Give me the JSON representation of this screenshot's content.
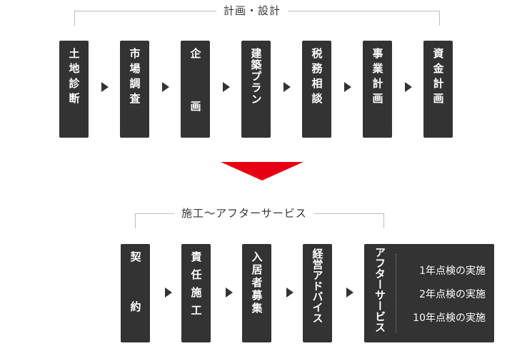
{
  "colors": {
    "box": "#333333",
    "arrow": "#e60012",
    "bracket": "#bdbdbd"
  },
  "top": {
    "title": "計画・設計",
    "steps": [
      {
        "label": "土地診断"
      },
      {
        "label": "市場調査"
      },
      {
        "label": "企　画"
      },
      {
        "label": "建築プラン"
      },
      {
        "label": "税務相談"
      },
      {
        "label": "事業計画"
      },
      {
        "label": "資金計画"
      }
    ]
  },
  "bottom": {
    "title": "施工〜アフターサービス",
    "steps": [
      {
        "label": "契　約"
      },
      {
        "label": "責任施工"
      },
      {
        "label": "入居者募集"
      },
      {
        "label": "経営アドバイス"
      }
    ],
    "service": {
      "label": "アフターサービス",
      "items": [
        "1年点検の実施",
        "2年点検の実施",
        "10年点検の実施"
      ]
    }
  }
}
